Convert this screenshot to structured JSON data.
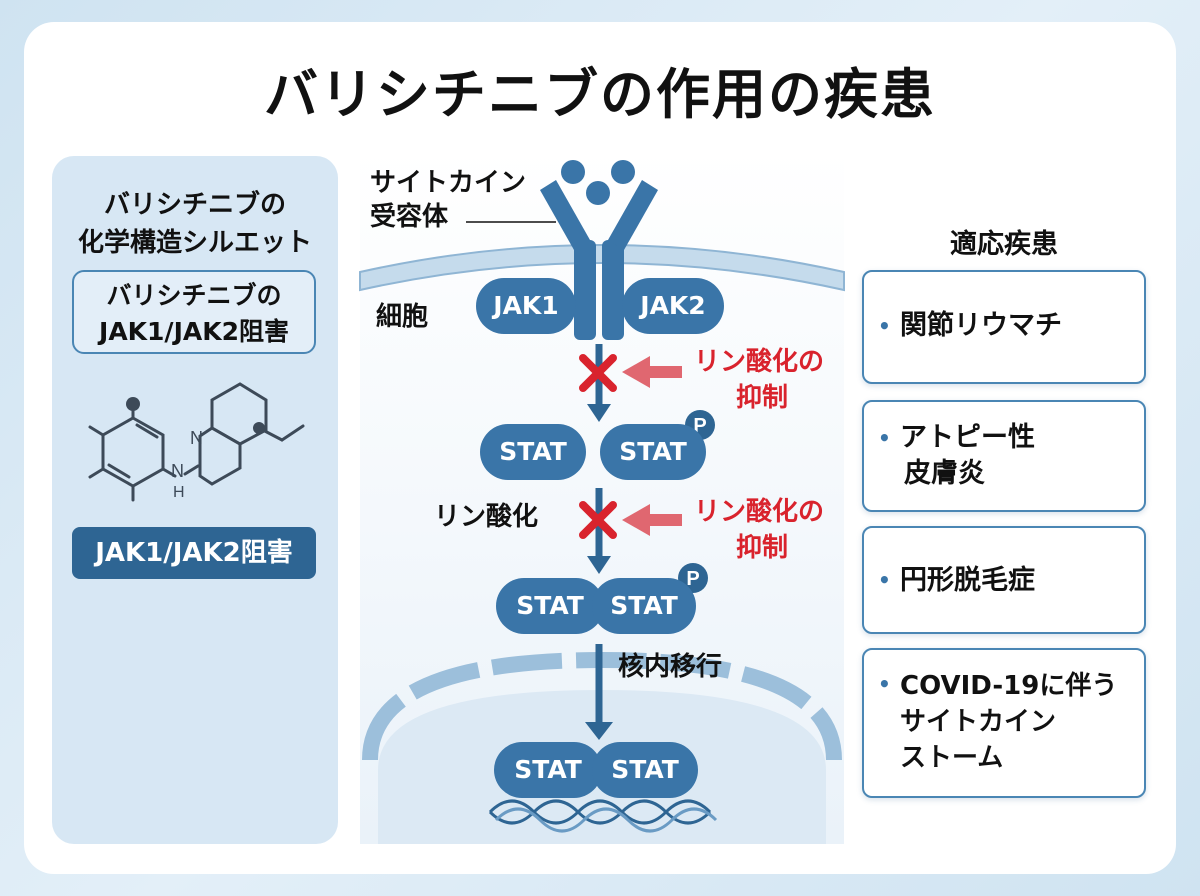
{
  "title": "バリシチニブの作用の疾患",
  "left_panel": {
    "heading_line1": "バリシチニブの",
    "heading_line2": "化学構造シルエット",
    "box_line1": "バリシチニブの",
    "box_line2": "JAK1/JAK2阻害",
    "atom_n": "N",
    "atom_nh_n": "N",
    "atom_nh_h": "H",
    "badge": "JAK1/JAK2阻害"
  },
  "pathway": {
    "receptor_line1": "サイトカイン",
    "receptor_line2": "受容体",
    "cell_label": "細胞",
    "jak1": "JAK1",
    "jak2": "JAK2",
    "inhibit1_line1": "リン酸化の",
    "inhibit1_line2": "抑制",
    "stat_a": "STAT",
    "stat_b": "STAT",
    "p_badge_1": "P",
    "phosphorylation_label": "リン酸化",
    "inhibit2_line1": "リン酸化の",
    "inhibit2_line2": "抑制",
    "stat_c": "STAT",
    "stat_d": "STAT",
    "p_badge_2": "P",
    "nuclear_label": "核内移行",
    "stat_e": "STAT",
    "stat_f": "STAT"
  },
  "indications": {
    "heading": "適応疾患",
    "items": [
      {
        "line1": "関節リウマチ",
        "line2": "",
        "line3": ""
      },
      {
        "line1": "アトピー性",
        "line2": "皮膚炎",
        "line3": ""
      },
      {
        "line1": "円形脱毛症",
        "line2": "",
        "line3": ""
      },
      {
        "line1": "COVID-19に伴う",
        "line2": "サイトカイン",
        "line3": "ストーム"
      }
    ],
    "bullet": "•"
  },
  "colors": {
    "primary_blue": "#3a75a8",
    "dark_blue": "#2e6593",
    "inhibit_red": "#d9232d",
    "panel_bg": "#d7e7f4"
  }
}
